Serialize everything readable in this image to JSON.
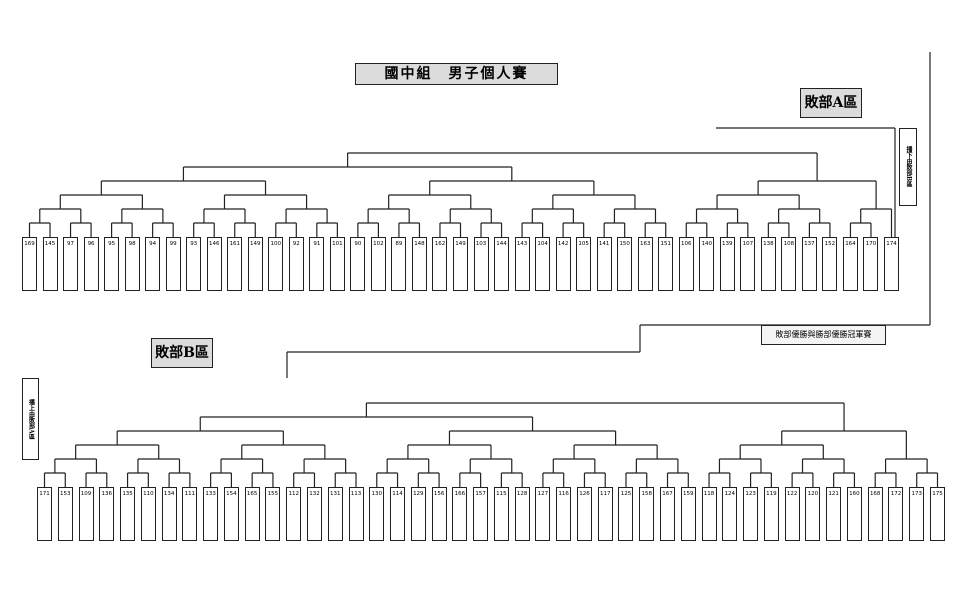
{
  "title": "國中組　男子個人賽",
  "zone_a_label": "敗部A區",
  "zone_b_label": "敗部B區",
  "champion_label": "敗部優勝與勝部優勝冠軍賽",
  "note_a": "播下由敗部B區",
  "note_b": "播上由敗部A區",
  "bracket_a_slots": [
    "169",
    "145",
    "97",
    "96",
    "95",
    "98",
    "94",
    "99",
    "93",
    "146",
    "161",
    "149",
    "100",
    "92",
    "91",
    "101",
    "90",
    "102",
    "89",
    "148",
    "162",
    "149",
    "103",
    "144",
    "143",
    "104",
    "142",
    "105",
    "141",
    "150",
    "163",
    "151",
    "106",
    "140",
    "139",
    "107",
    "138",
    "108",
    "137",
    "152",
    "164",
    "170",
    "174"
  ],
  "bracket_b_slots": [
    "171",
    "153",
    "109",
    "136",
    "135",
    "110",
    "134",
    "111",
    "133",
    "154",
    "165",
    "155",
    "112",
    "132",
    "131",
    "113",
    "130",
    "114",
    "129",
    "156",
    "166",
    "157",
    "115",
    "128",
    "127",
    "116",
    "126",
    "117",
    "125",
    "158",
    "167",
    "159",
    "118",
    "124",
    "123",
    "119",
    "122",
    "120",
    "121",
    "160",
    "168",
    "172",
    "173",
    "175"
  ]
}
